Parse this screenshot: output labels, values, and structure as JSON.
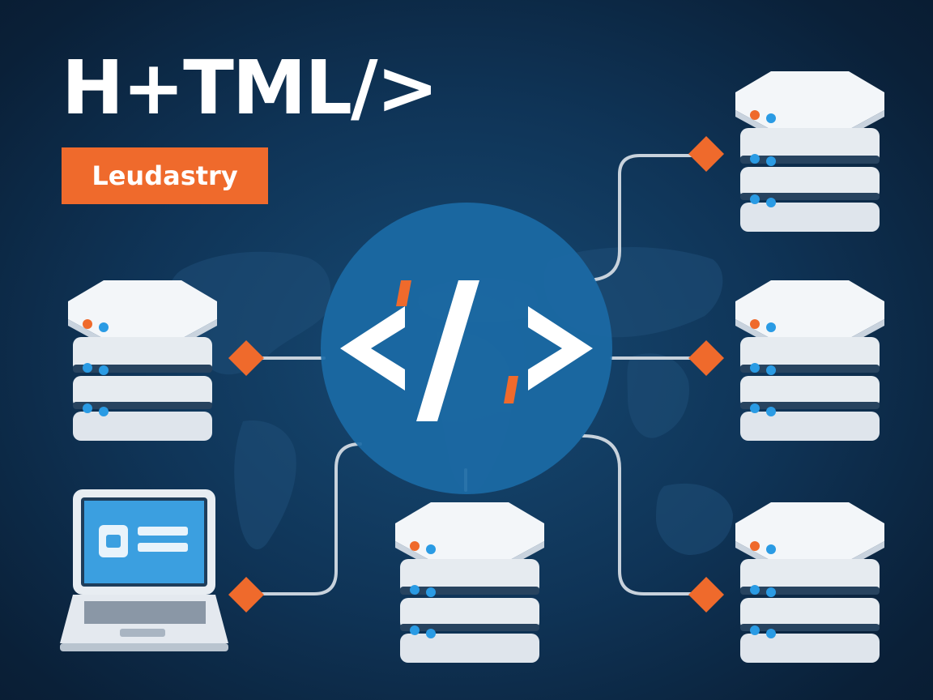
{
  "header": {
    "title": "H+TML/>",
    "badge": "Leudastry"
  },
  "hub": {
    "icon": "code-brackets-icon"
  },
  "servers": [
    {
      "name": "server-top-right",
      "icon": "database-server-icon"
    },
    {
      "name": "server-left",
      "icon": "database-server-icon"
    },
    {
      "name": "server-middle-right",
      "icon": "database-server-icon"
    },
    {
      "name": "server-bottom-center",
      "icon": "database-server-icon"
    },
    {
      "name": "server-bottom-right",
      "icon": "database-server-icon"
    }
  ],
  "client": {
    "icon": "laptop-icon"
  },
  "colors": {
    "background": "#0c2740",
    "hub": "#1b6aa5",
    "accent": "#ef6a2c",
    "server_body": "#e6ebf0",
    "server_band": "#27435f",
    "led_blue": "#2a9be4",
    "led_orange": "#ef6a2c",
    "laptop_screen": "#3b9fe0",
    "connector": "#c8d2dc"
  }
}
